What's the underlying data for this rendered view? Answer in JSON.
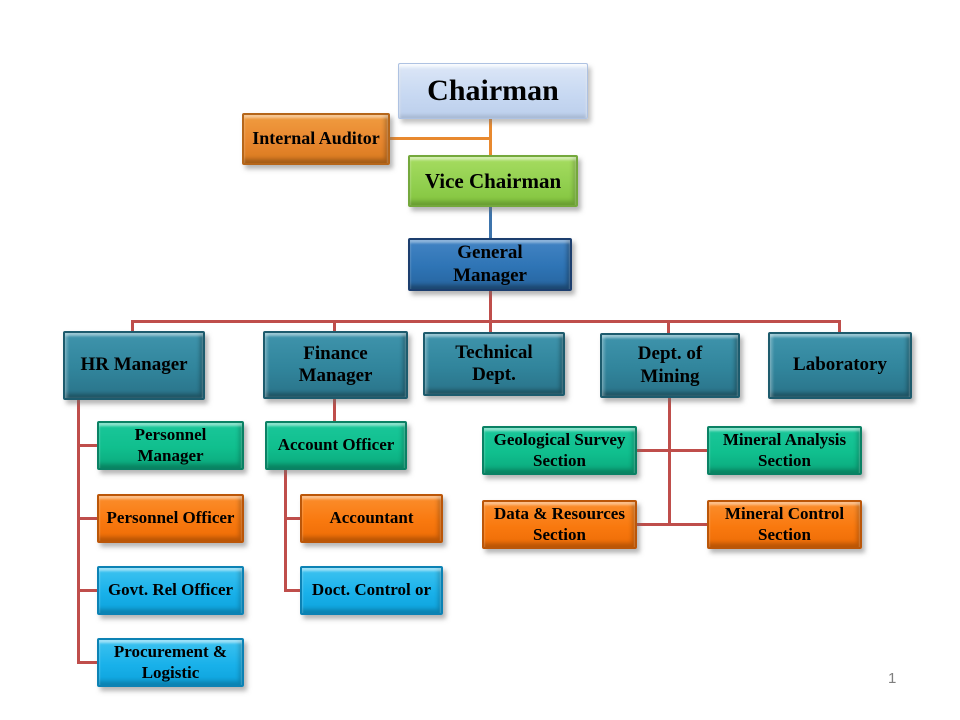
{
  "slide": {
    "page_number": "1"
  },
  "palette": {
    "connector_red": "#BF4E4B",
    "connector_orange": "#E8892F",
    "connector_blue": "#3D74AC",
    "chairman_fill": "#C8D9F2",
    "internal_auditor_fill": "#E8872F",
    "vice_chairman_fill": "#92D050",
    "general_manager_fill": "#2E74B5",
    "department_fill": "#31859C",
    "level3_green_fill": "#10BF8E",
    "level3_orange_fill": "#F9790F",
    "level3_blue_fill": "#19B1EA",
    "text_color": "#000000",
    "page_number_color": "#7F7F7F"
  },
  "nodes": {
    "chairman": {
      "label": "Chairman"
    },
    "internal_auditor": {
      "label": "Internal Auditor"
    },
    "vice_chairman": {
      "label": "Vice Chairman"
    },
    "general_manager": {
      "label": "General\nManager"
    },
    "hr_manager": {
      "label": "HR Manager"
    },
    "finance_manager": {
      "label": "Finance\nManager"
    },
    "technical_dept": {
      "label": "Technical\nDept."
    },
    "dept_of_mining": {
      "label": "Dept. of\nMining"
    },
    "laboratory": {
      "label": "Laboratory"
    },
    "personnel_manager": {
      "label": "Personnel\nManager"
    },
    "personnel_officer": {
      "label": "Personnel Officer"
    },
    "govt_rel_officer": {
      "label": "Govt. Rel Officer"
    },
    "procurement_logistic": {
      "label": "Procurement &\nLogistic"
    },
    "account_officer": {
      "label": "Account Officer"
    },
    "accountant": {
      "label": "Accountant"
    },
    "doct_control": {
      "label": "Doct. Control or"
    },
    "geological_survey": {
      "label": "Geological Survey\nSection"
    },
    "data_resources": {
      "label": "Data & Resources\nSection"
    },
    "mineral_analysis": {
      "label": "Mineral Analysis\nSection"
    },
    "mineral_control": {
      "label": "Mineral Control\nSection"
    }
  }
}
